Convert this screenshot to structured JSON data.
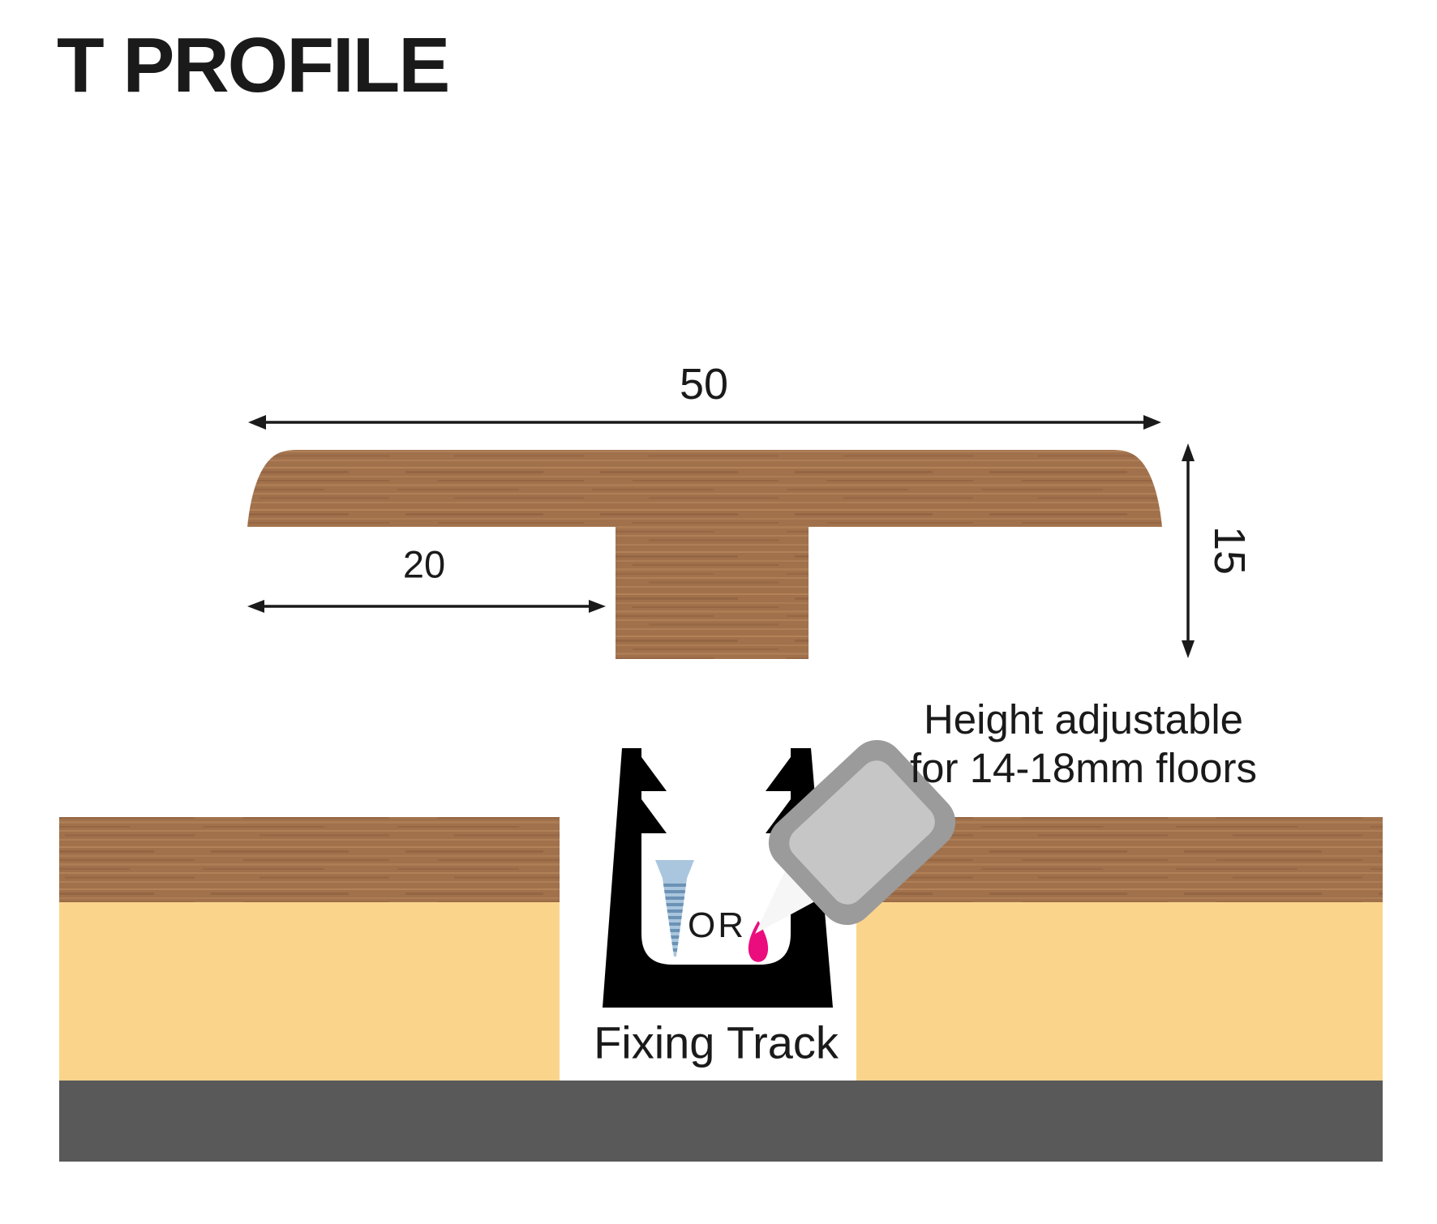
{
  "title": "T PROFILE",
  "profile_diagram": {
    "width_dim_label": "50",
    "left_dim_label": "20",
    "height_dim_label": "15"
  },
  "installation_diagram": {
    "note_line1": "Height adjustable",
    "note_line2": "for 14-18mm floors",
    "or_label": "OR",
    "track_label": "Fixing Track"
  },
  "icons": [
    "screw-icon",
    "glue-bottle-icon",
    "glue-drop-icon"
  ],
  "colors": {
    "wood_base": "#a1714c",
    "wood_light": "#c09064",
    "wood_dark": "#8a5c3b",
    "underlay": "#fbd48c",
    "subfloor": "#595959",
    "track": "#000000",
    "bottle_outer": "#9b9b9b",
    "bottle_inner": "#c6c6c6",
    "nozzle": "#f6f6f6",
    "glue_drop": "#eb0d7e",
    "screw_light": "#a9c6de",
    "screw_dark": "#6c92b5",
    "text": "#1a1a1a"
  }
}
